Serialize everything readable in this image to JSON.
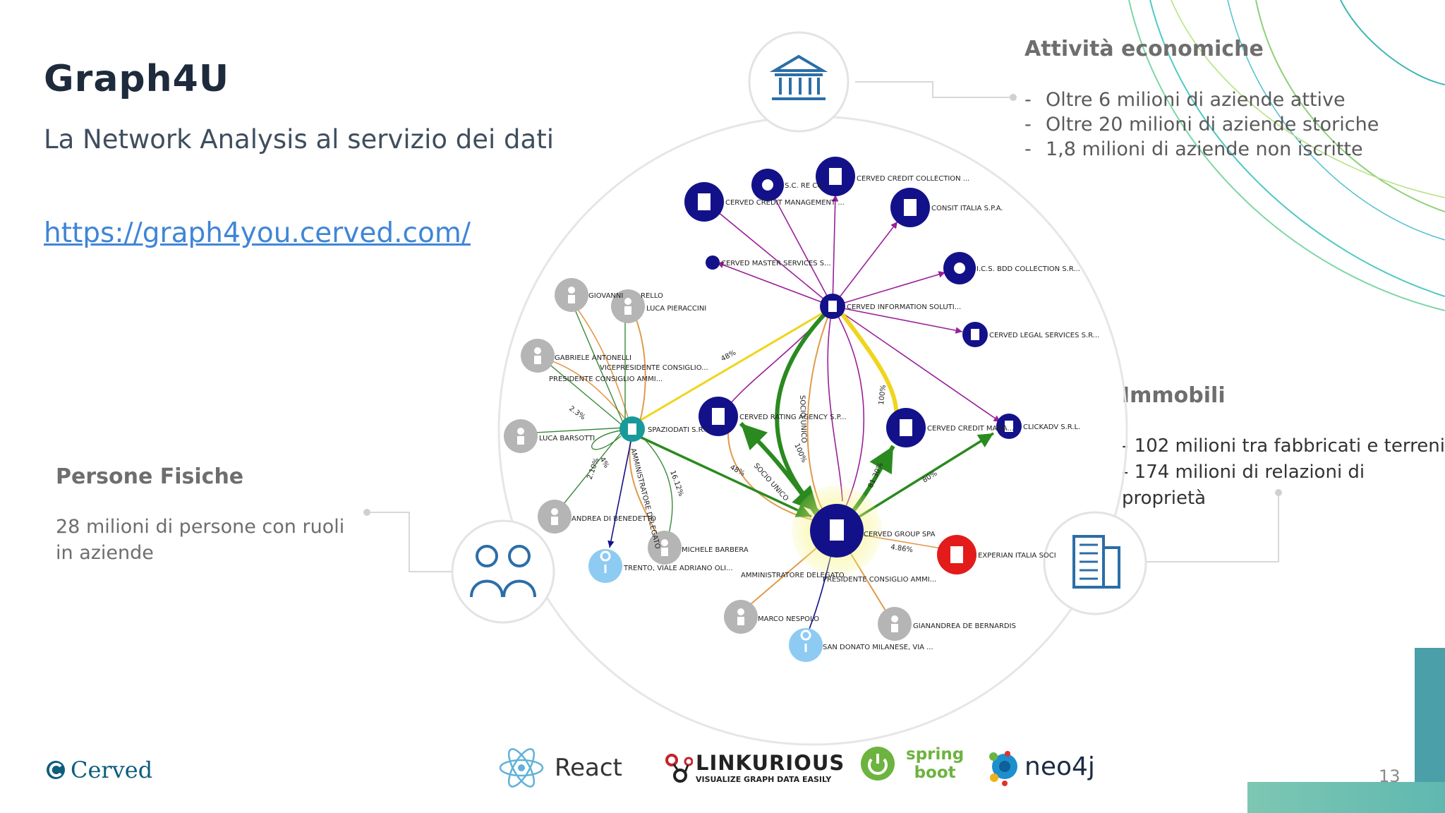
{
  "slide": {
    "title": "Graph4U",
    "subtitle": "La Network Analysis al servizio dei dati",
    "link": "https://graph4you.cerved.com/",
    "page_number": "13"
  },
  "sections": {
    "persone": {
      "heading": "Persone Fisiche",
      "text": "28 milioni di persone con ruoli in aziende"
    },
    "attivita": {
      "heading": "Attività economiche",
      "items": [
        "Oltre  6 milioni di aziende attive",
        "Oltre 20 milioni di aziende storiche",
        "1,8 milioni di aziende non iscritte"
      ]
    },
    "immobili": {
      "heading": "Immobili",
      "items": [
        "102 milioni tra fabbricati e terreni",
        "174 milioni di relazioni di proprietà"
      ]
    }
  },
  "graph": {
    "nodes": {
      "cerved_group": "CERVED GROUP SPA",
      "info_solutions": "CERVED INFORMATION SOLUTI...",
      "rating_agency": "CERVED RATING AGENCY S.P...",
      "credit_mana": "CERVED CREDIT MANA...",
      "spazio_dati": "SPAZIODATI S.R.L.",
      "experian": "EXPERIAN ITALIA SOCI",
      "clickadv": "CLICKADV S.R.L.",
      "legal": "CERVED LEGAL SERVICES S.R...",
      "bdd": "I.C.S. BDD COLLECTION S.R...",
      "consit": "CONSIT ITALIA S.P.A.",
      "credit_collection": "CERVED CREDIT COLLECTION ...",
      "sc_re": "S.C. RE CO...",
      "credit_management": "CERVED CREDIT MANAGEMENT ...",
      "master": "CERVED MASTER SERVICES S...",
      "giovanni": "GIOVANNI",
      "rello": "RELLO",
      "luca_p": "LUCA PIERACCINI",
      "gabriele": "GABRIELE ANTONELLI",
      "luca_b": "LUCA BARSOTTI",
      "andrea": "ANDREA DI BENEDETTO",
      "michele": "MICHELE BARBERA",
      "marco": "MARCO NESPOLO",
      "gianandrea": "GIANANDREA DE BERNARDIS",
      "trento": "TRENTO, VIALE ADRIANO OLI...",
      "san_donato": "SAN DONATO MILANESE, VIA ..."
    },
    "edge_labels": {
      "vice_pres": "VICEPRESIDENTE CONSIGLIO...",
      "pres1": "PRESIDENTE CONSIGLIO AMMI...",
      "pres2": "PRESIDENTE CONSIGLIO AMMI...",
      "admin_deleg": "AMMINISTRATORE DELEGATO",
      "admin_deleg_v": "AMMINISTRATORE DELEGATO",
      "socio_unico1": "SOCIO UNICO",
      "socio_unico2": "SOCIO UNICO",
      "p48": "48%",
      "p48b": "48%",
      "p100a": "100%",
      "p100b": "100%",
      "p80": "80%",
      "p486": "4.86%",
      "p2": "2.3%",
      "p4": "4%",
      "p1612": "16.12%",
      "p2810": "2.10%",
      "p8130": "81.30%"
    }
  },
  "tech_logos": {
    "react": "React",
    "linkurious": "LINKURIOUS",
    "linkurious_tag": "VISUALIZE GRAPH DATA EASILY",
    "spring_1": "spring",
    "spring_2": "boot",
    "neo4j": "neo4j"
  },
  "brand": {
    "logo_text": "Cerved"
  },
  "colors": {
    "company_node": "#13118a",
    "person_node": "#b5b5b5",
    "address_node": "#8ecbf2",
    "teal_node": "#189a9a",
    "experian_node": "#e31b1b",
    "green_edge": "#2a8a1f",
    "yellow_edge": "#f0d51c",
    "purple_edge": "#9a1f9a",
    "orange_edge": "#e19a4c",
    "accent_teal": "#3bb7a6",
    "icon_blue": "#2b6ea8"
  }
}
